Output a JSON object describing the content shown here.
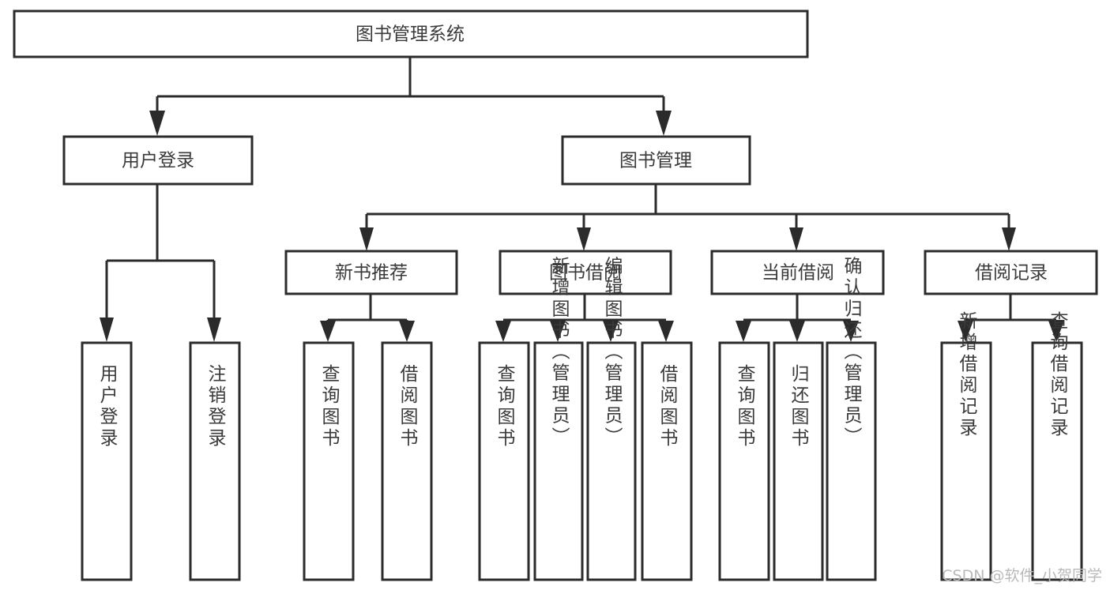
{
  "diagram": {
    "title": "图书管理系统",
    "type": "tree-hierarchy-diagram",
    "watermark": "CSDN @软件_小贺同学",
    "colors": {
      "background": "#ffffff",
      "box_stroke": "#2b2b2b",
      "box_fill": "#ffffff",
      "text": "#3a3a3a",
      "connector": "#2b2b2b",
      "watermark": "#b9b9b9"
    },
    "root": {
      "label": "图书管理系统"
    },
    "level2": [
      {
        "label": "用户登录"
      },
      {
        "label": "图书管理"
      }
    ],
    "level3": [
      {
        "label": "新书推荐"
      },
      {
        "label": "图书借阅"
      },
      {
        "label": "当前借阅"
      },
      {
        "label": "借阅记录"
      }
    ],
    "leaves": {
      "user_login": [
        {
          "label": "用户登录"
        },
        {
          "label": "注销登录"
        }
      ],
      "new_book_recommend": [
        {
          "label": "查询图书"
        },
        {
          "label": "借阅图书"
        }
      ],
      "book_borrow": [
        {
          "label": "查询图书"
        },
        {
          "label": "新增图书（管理员）"
        },
        {
          "label": "编辑图书（管理员）"
        },
        {
          "label": "借阅图书"
        }
      ],
      "current_borrow": [
        {
          "label": "查询图书"
        },
        {
          "label": "归还图书"
        },
        {
          "label": "确认归还（管理员）"
        }
      ],
      "borrow_record": [
        {
          "label": "新增借阅记录"
        },
        {
          "label": "查询借阅记录"
        }
      ]
    }
  }
}
